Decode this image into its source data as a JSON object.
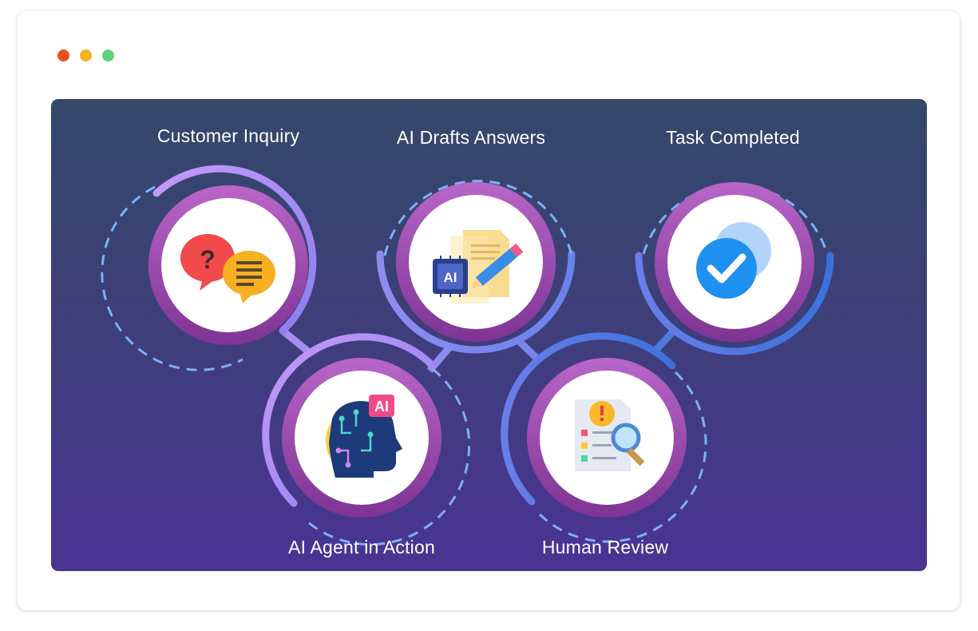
{
  "window": {
    "controls": [
      {
        "name": "close",
        "color": "#e8521c"
      },
      {
        "name": "minimize",
        "color": "#f3b21f"
      },
      {
        "name": "maximize",
        "color": "#5ed27a"
      }
    ]
  },
  "diagram": {
    "steps": [
      {
        "id": "customer-inquiry",
        "label": "Customer Inquiry",
        "icon": "speech-bubbles-icon"
      },
      {
        "id": "ai-agent",
        "label": "AI Agent in Action",
        "icon": "ai-brain-head-icon"
      },
      {
        "id": "ai-drafts",
        "label": "AI Drafts Answers",
        "icon": "ai-document-pencil-icon"
      },
      {
        "id": "human-review",
        "label": "Human Review",
        "icon": "document-magnifier-icon"
      },
      {
        "id": "task-completed",
        "label": "Task Completed",
        "icon": "checkmark-icon"
      }
    ],
    "colors": {
      "ring_outer": "#b268c8",
      "ring_inner": "#8a3a9c",
      "arc_purple": "#a882f0",
      "arc_blue": "#4c7ce0",
      "dash": "#79aef5"
    }
  }
}
